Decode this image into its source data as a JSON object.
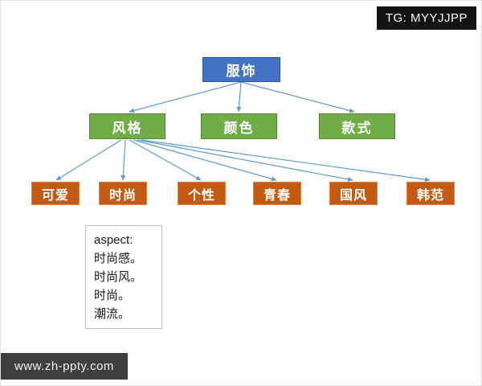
{
  "badges": {
    "tg": "TG: MYYJJPP",
    "watermark": "www.zh-ppty.com"
  },
  "tree": {
    "root": {
      "label": "服饰",
      "color": "#4472C4"
    },
    "level2": [
      {
        "label": "风格"
      },
      {
        "label": "颜色"
      },
      {
        "label": "款式"
      }
    ],
    "level2_color": "#70AD47",
    "level3": [
      {
        "label": "可爱"
      },
      {
        "label": "时尚"
      },
      {
        "label": "个性"
      },
      {
        "label": "青春"
      },
      {
        "label": "国风"
      },
      {
        "label": "韩范"
      }
    ],
    "level3_color": "#C45911",
    "arrow_color": "#5B9BD5"
  },
  "note": {
    "lines": [
      "aspect:",
      "时尚感。",
      "时尚风。",
      "时尚。",
      "潮流。"
    ]
  }
}
